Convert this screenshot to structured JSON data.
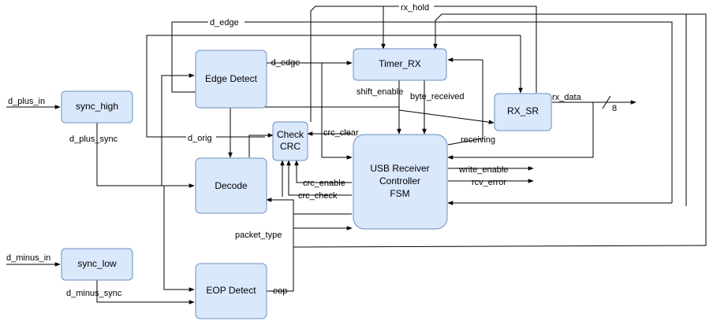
{
  "blocks": {
    "sync_high": "sync_high",
    "sync_low": "sync_low",
    "edge_detect": "Edge Detect",
    "decode": "Decode",
    "eop_detect": "EOP Detect",
    "timer_rx": "Timer_RX",
    "check_crc": [
      "Check",
      "CRC"
    ],
    "rx_sr": "RX_SR",
    "fsm": [
      "USB Receiver",
      "Controller",
      "FSM"
    ]
  },
  "signals": {
    "d_plus_in": "d_plus_in",
    "d_minus_in": "d_minus_in",
    "d_plus_sync": "d_plus_sync",
    "d_minus_sync": "d_minus_sync",
    "d_edge_top": "d_edge",
    "d_edge": "-d_edge",
    "d_orig": "d_orig",
    "rx_hold": "rx_hold",
    "shift_enable": "shift_enable",
    "byte_received": "byte_received",
    "rx_data": "rx_data",
    "bus_width": "8",
    "crc_clear": "crc_clear",
    "receiving": "receiving",
    "write_enable": "write_enable",
    "rcv_error": "rcv_error",
    "crc_enable": "crc_enable",
    "crc_check": "crc_check",
    "packet_type": "packet_type",
    "eop": "eop"
  }
}
